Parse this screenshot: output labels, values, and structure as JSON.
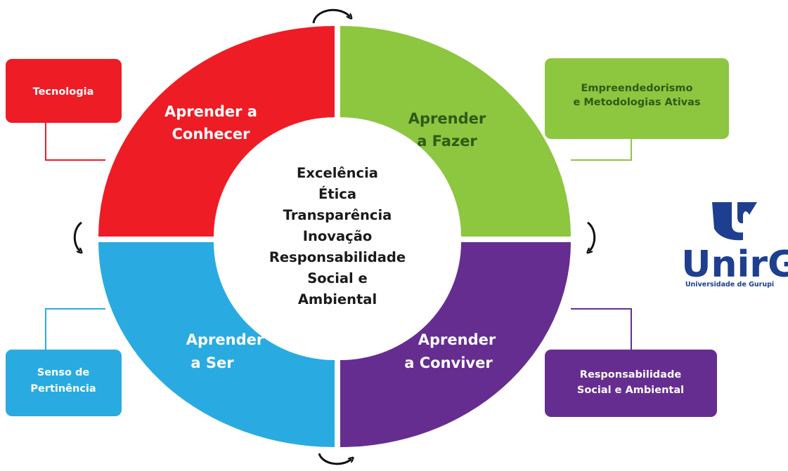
{
  "center": {
    "lines": [
      "Excelência",
      "Ética",
      "Transparência",
      "Inovação",
      "Responsabilidade",
      "Social e",
      "Ambiental"
    ]
  },
  "quadrants": {
    "top_left": {
      "lines": [
        "Aprender a",
        "Conhecer"
      ],
      "color": "#ee1c25",
      "text_color": "#ffffff"
    },
    "top_right": {
      "lines": [
        "Aprender",
        "a Fazer"
      ],
      "color": "#8dc63f",
      "text_color": "#2e5b16"
    },
    "bottom_left": {
      "lines": [
        "Aprender",
        "a Ser"
      ],
      "color": "#29abe2",
      "text_color": "#ffffff"
    },
    "bottom_right": {
      "lines": [
        "Aprender",
        "a Conviver"
      ],
      "color": "#662d91",
      "text_color": "#ffffff"
    }
  },
  "boxes": {
    "tecnologia": {
      "lines": [
        "Tecnologia"
      ],
      "color": "#ee1c25"
    },
    "empreendedorismo": {
      "lines": [
        "Empreendedorismo",
        "e Metodologias Ativas"
      ],
      "color": "#8dc63f",
      "text_color": "#2e5b16"
    },
    "senso": {
      "lines": [
        "Senso de",
        "Pertinência"
      ],
      "color": "#29abe2"
    },
    "responsabilidade": {
      "lines": [
        "Responsabilidade",
        "Social e Ambiental"
      ],
      "color": "#662d91"
    }
  },
  "logo": {
    "name": "UnirG",
    "subtitle": "Universidade de Gurupi",
    "color": "#1e3f8f"
  },
  "icons": [
    "cycle-arrow-icon"
  ]
}
